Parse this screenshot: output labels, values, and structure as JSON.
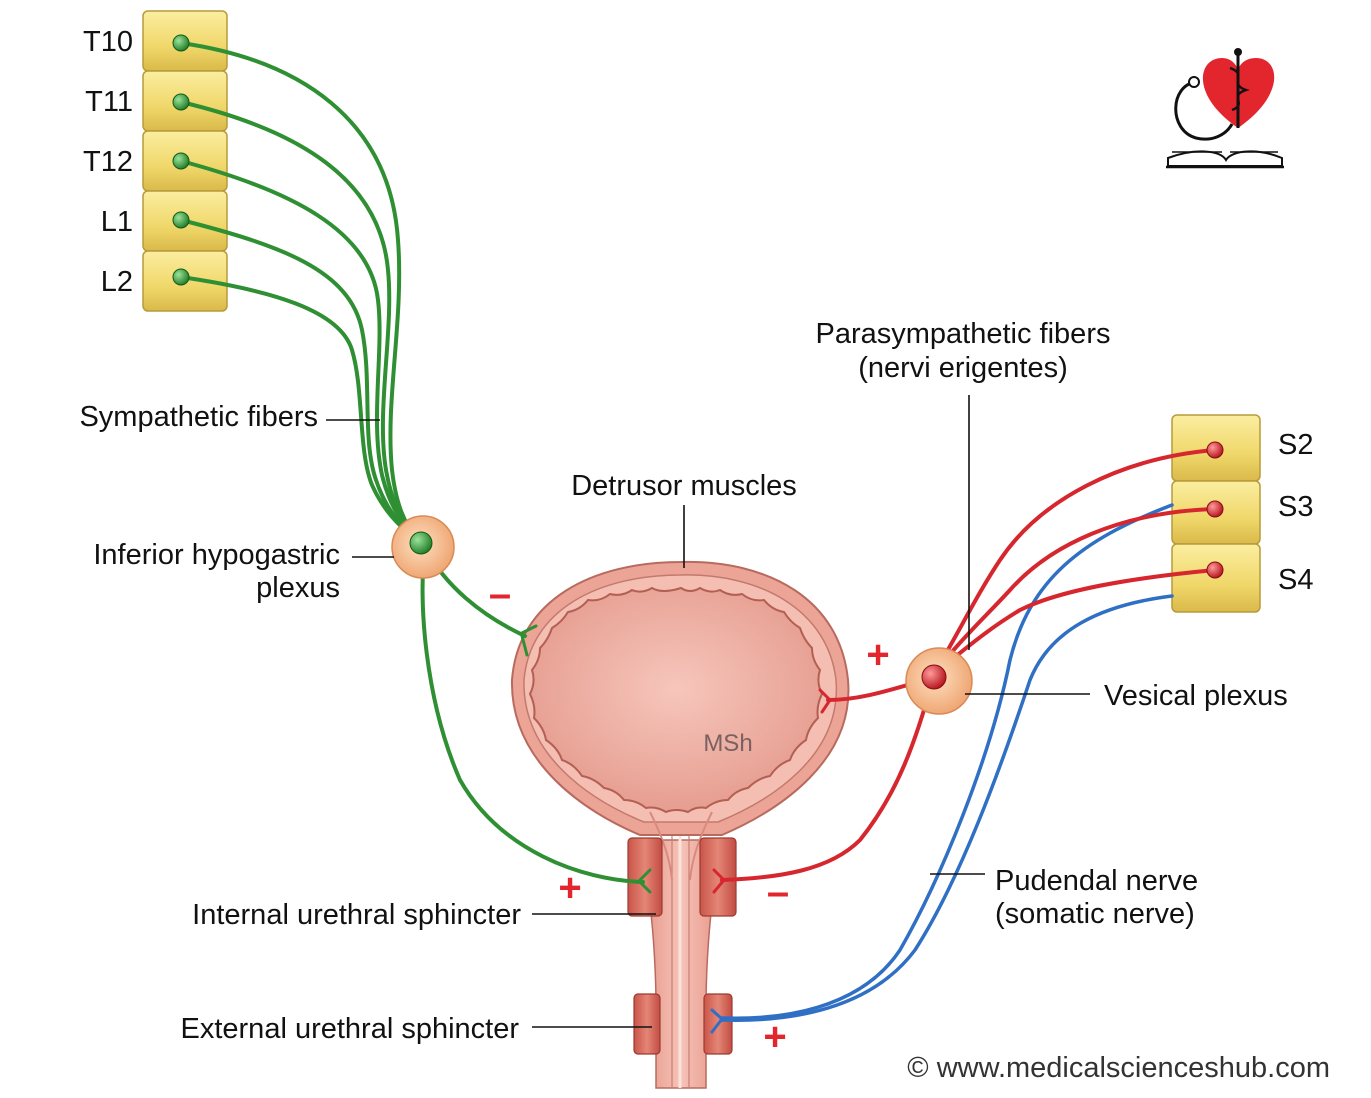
{
  "spinal_segments": {
    "thoracolumbar": [
      "T10",
      "T11",
      "T12",
      "L1",
      "L2"
    ],
    "sacral": [
      "S2",
      "S3",
      "S4"
    ]
  },
  "labels": {
    "sympathetic": "Sympathetic fibers",
    "inferior_hypogastric_1": "Inferior hypogastric",
    "inferior_hypogastric_2": "plexus",
    "detrusor": "Detrusor muscles",
    "parasympathetic_1": "Parasympathetic fibers",
    "parasympathetic_2": "(nervi erigentes)",
    "vesical": "Vesical plexus",
    "pudendal_1": "Pudendal nerve",
    "pudendal_2": "(somatic nerve)",
    "internal_sphincter": "Internal urethral sphincter",
    "external_sphincter": "External urethral sphincter"
  },
  "signs": {
    "sym_detrusor": "–",
    "sym_internal": "+",
    "para_detrusor": "+",
    "para_internal": "–",
    "pudendal_external": "+"
  },
  "watermark": "MSh",
  "credit": "© www.medicalscienceshub.com",
  "logo_icon": "heart-caduceus-book-logo",
  "colors": {
    "sympathetic": "#3a9a3a",
    "parasympathetic": "#d6262e",
    "somatic": "#2f6fc4",
    "vertebra": "#f2dc78",
    "bladder": "#e7988a",
    "plus_minus": "#e3262d"
  }
}
